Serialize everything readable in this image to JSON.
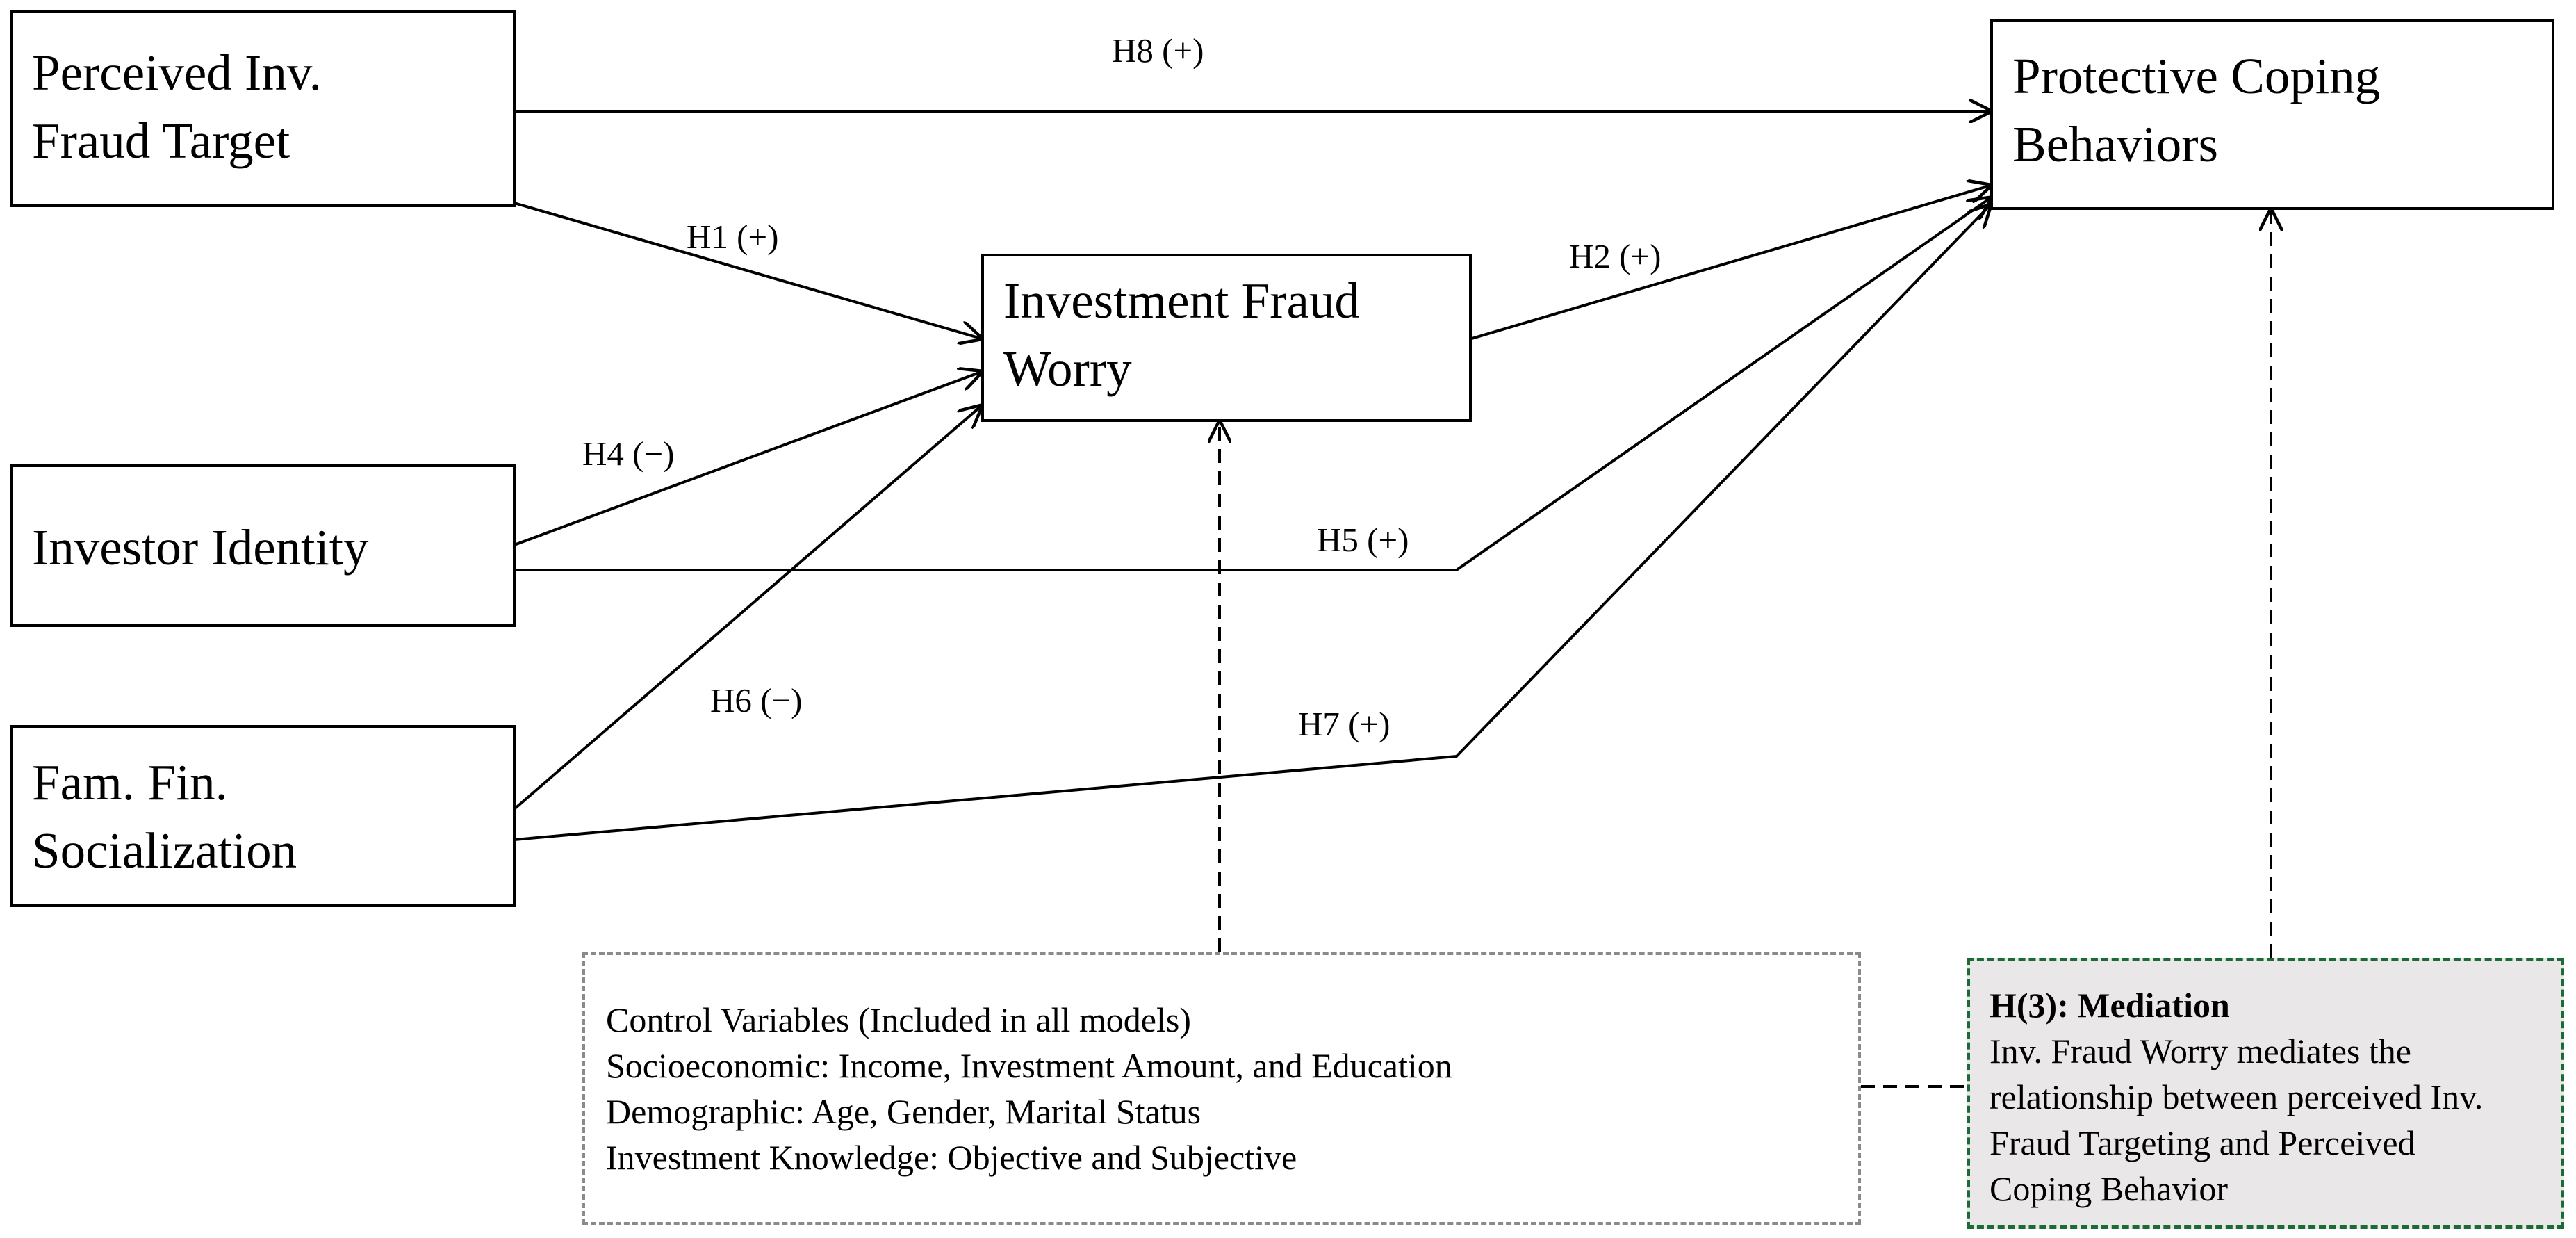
{
  "nodes": {
    "perceived_target": [
      "Perceived Inv.",
      "Fraud Target"
    ],
    "protective_coping": [
      "Protective Coping",
      "Behaviors"
    ],
    "fraud_worry": [
      "Investment Fraud",
      "Worry"
    ],
    "investor_identity": [
      "Investor Identity"
    ],
    "fin_socialization": [
      "Fam. Fin.",
      "Socialization"
    ]
  },
  "paths": {
    "h1": "H1 (+)",
    "h2": "H2 (+)",
    "h4": "H4 (−)",
    "h5": "H5 (+)",
    "h6": "H6 (−)",
    "h7": "H7 (+)",
    "h8": "H8 (+)"
  },
  "controls": {
    "lines": [
      "Control Variables (Included in all models)",
      "Socioeconomic: Income, Investment Amount, and Education",
      "Demographic: Age, Gender, Marital Status",
      "Investment Knowledge: Objective and Subjective"
    ]
  },
  "mediation": {
    "title": "H(3): Mediation",
    "lines": [
      "Inv. Fraud Worry mediates the",
      "relationship between perceived Inv.",
      "Fraud Targeting and Perceived",
      "Coping Behavior"
    ]
  },
  "colors": {
    "mediation_border": "#1a6b35",
    "mediation_fill": "#e9e7e8",
    "controls_border": "#8a8a8a"
  }
}
